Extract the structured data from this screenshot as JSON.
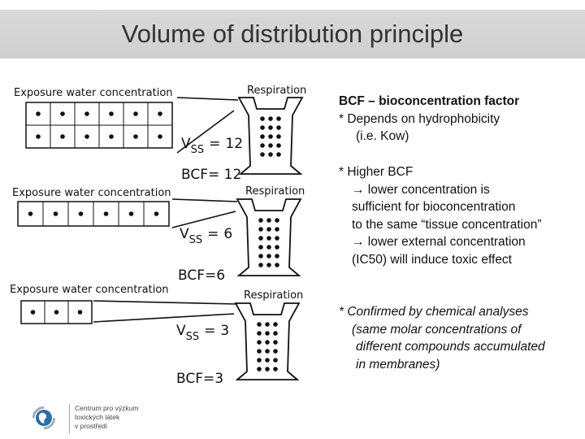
{
  "title": "Volume of distribution principle",
  "diagram": {
    "panels": [
      {
        "label": "Exposure water concentration",
        "respiration": "Respiration",
        "vss_value": "12",
        "bcf": "BCF= 12"
      },
      {
        "label": "Exposure water concentration",
        "respiration": "Respiration",
        "vss_value": "6",
        "bcf": "BCF=6"
      },
      {
        "label": "Exposure water concentration",
        "respiration": "Respiration",
        "vss_value": "3",
        "bcf": "BCF=3"
      }
    ],
    "vss_prefix": "V",
    "vss_sub": "SS",
    "equals": "="
  },
  "notes": {
    "bcf_title": "BCF – bioconcentration factor",
    "bcf_depends": "* Depends on hydrophobicity",
    "bcf_example": "(i.e. Kow)",
    "higher_bcf": "*  Higher BCF",
    "l1": " lower concentration is",
    "l2": "sufficient for bioconcentration",
    "l3": "to the same “tissue concentration”",
    "l4": " lower external concentration",
    "l5": "(IC50) will induce toxic effect",
    "arrow": "→",
    "c1": "* Confirmed by chemical analyses",
    "c2": "(same molar concentrations of",
    "c3": "different compounds accumulated",
    "c4": "in membranes)"
  },
  "logo": {
    "line1": "Centrum pro výzkum",
    "line2": "toxických látek",
    "line3": "v prostředí"
  }
}
